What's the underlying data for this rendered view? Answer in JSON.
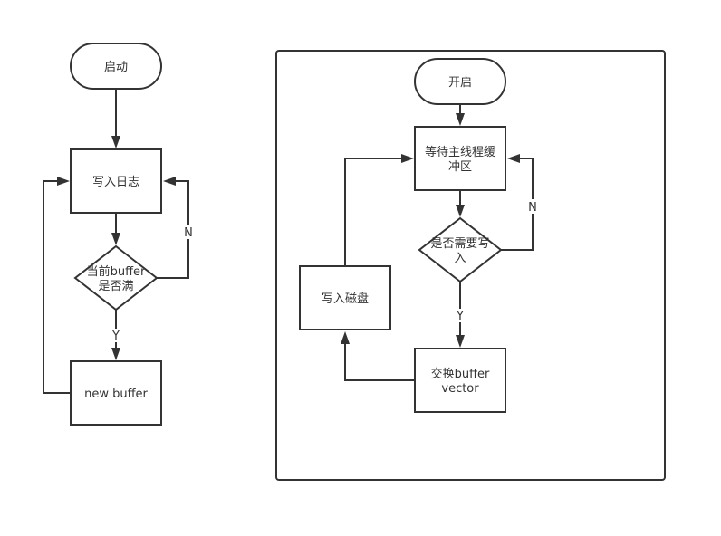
{
  "left_flow": {
    "start": "启动",
    "write_log": "写入日志",
    "check_full_line1": "当前buffer",
    "check_full_line2": "是否满",
    "new_buffer": "new buffer",
    "label_no": "N",
    "label_yes": "Y"
  },
  "right_flow": {
    "start": "开启",
    "wait_line1": "等待主线程缓",
    "wait_line2": "冲区",
    "need_write_line1": "是否需要写",
    "need_write_line2": "入",
    "swap_line1": "交换buffer",
    "swap_line2": "vector",
    "write_disk": "写入磁盘",
    "label_no": "N",
    "label_yes": "Y"
  },
  "colors": {
    "stroke": "#333333",
    "fill": "#ffffff",
    "text": "#333333"
  }
}
